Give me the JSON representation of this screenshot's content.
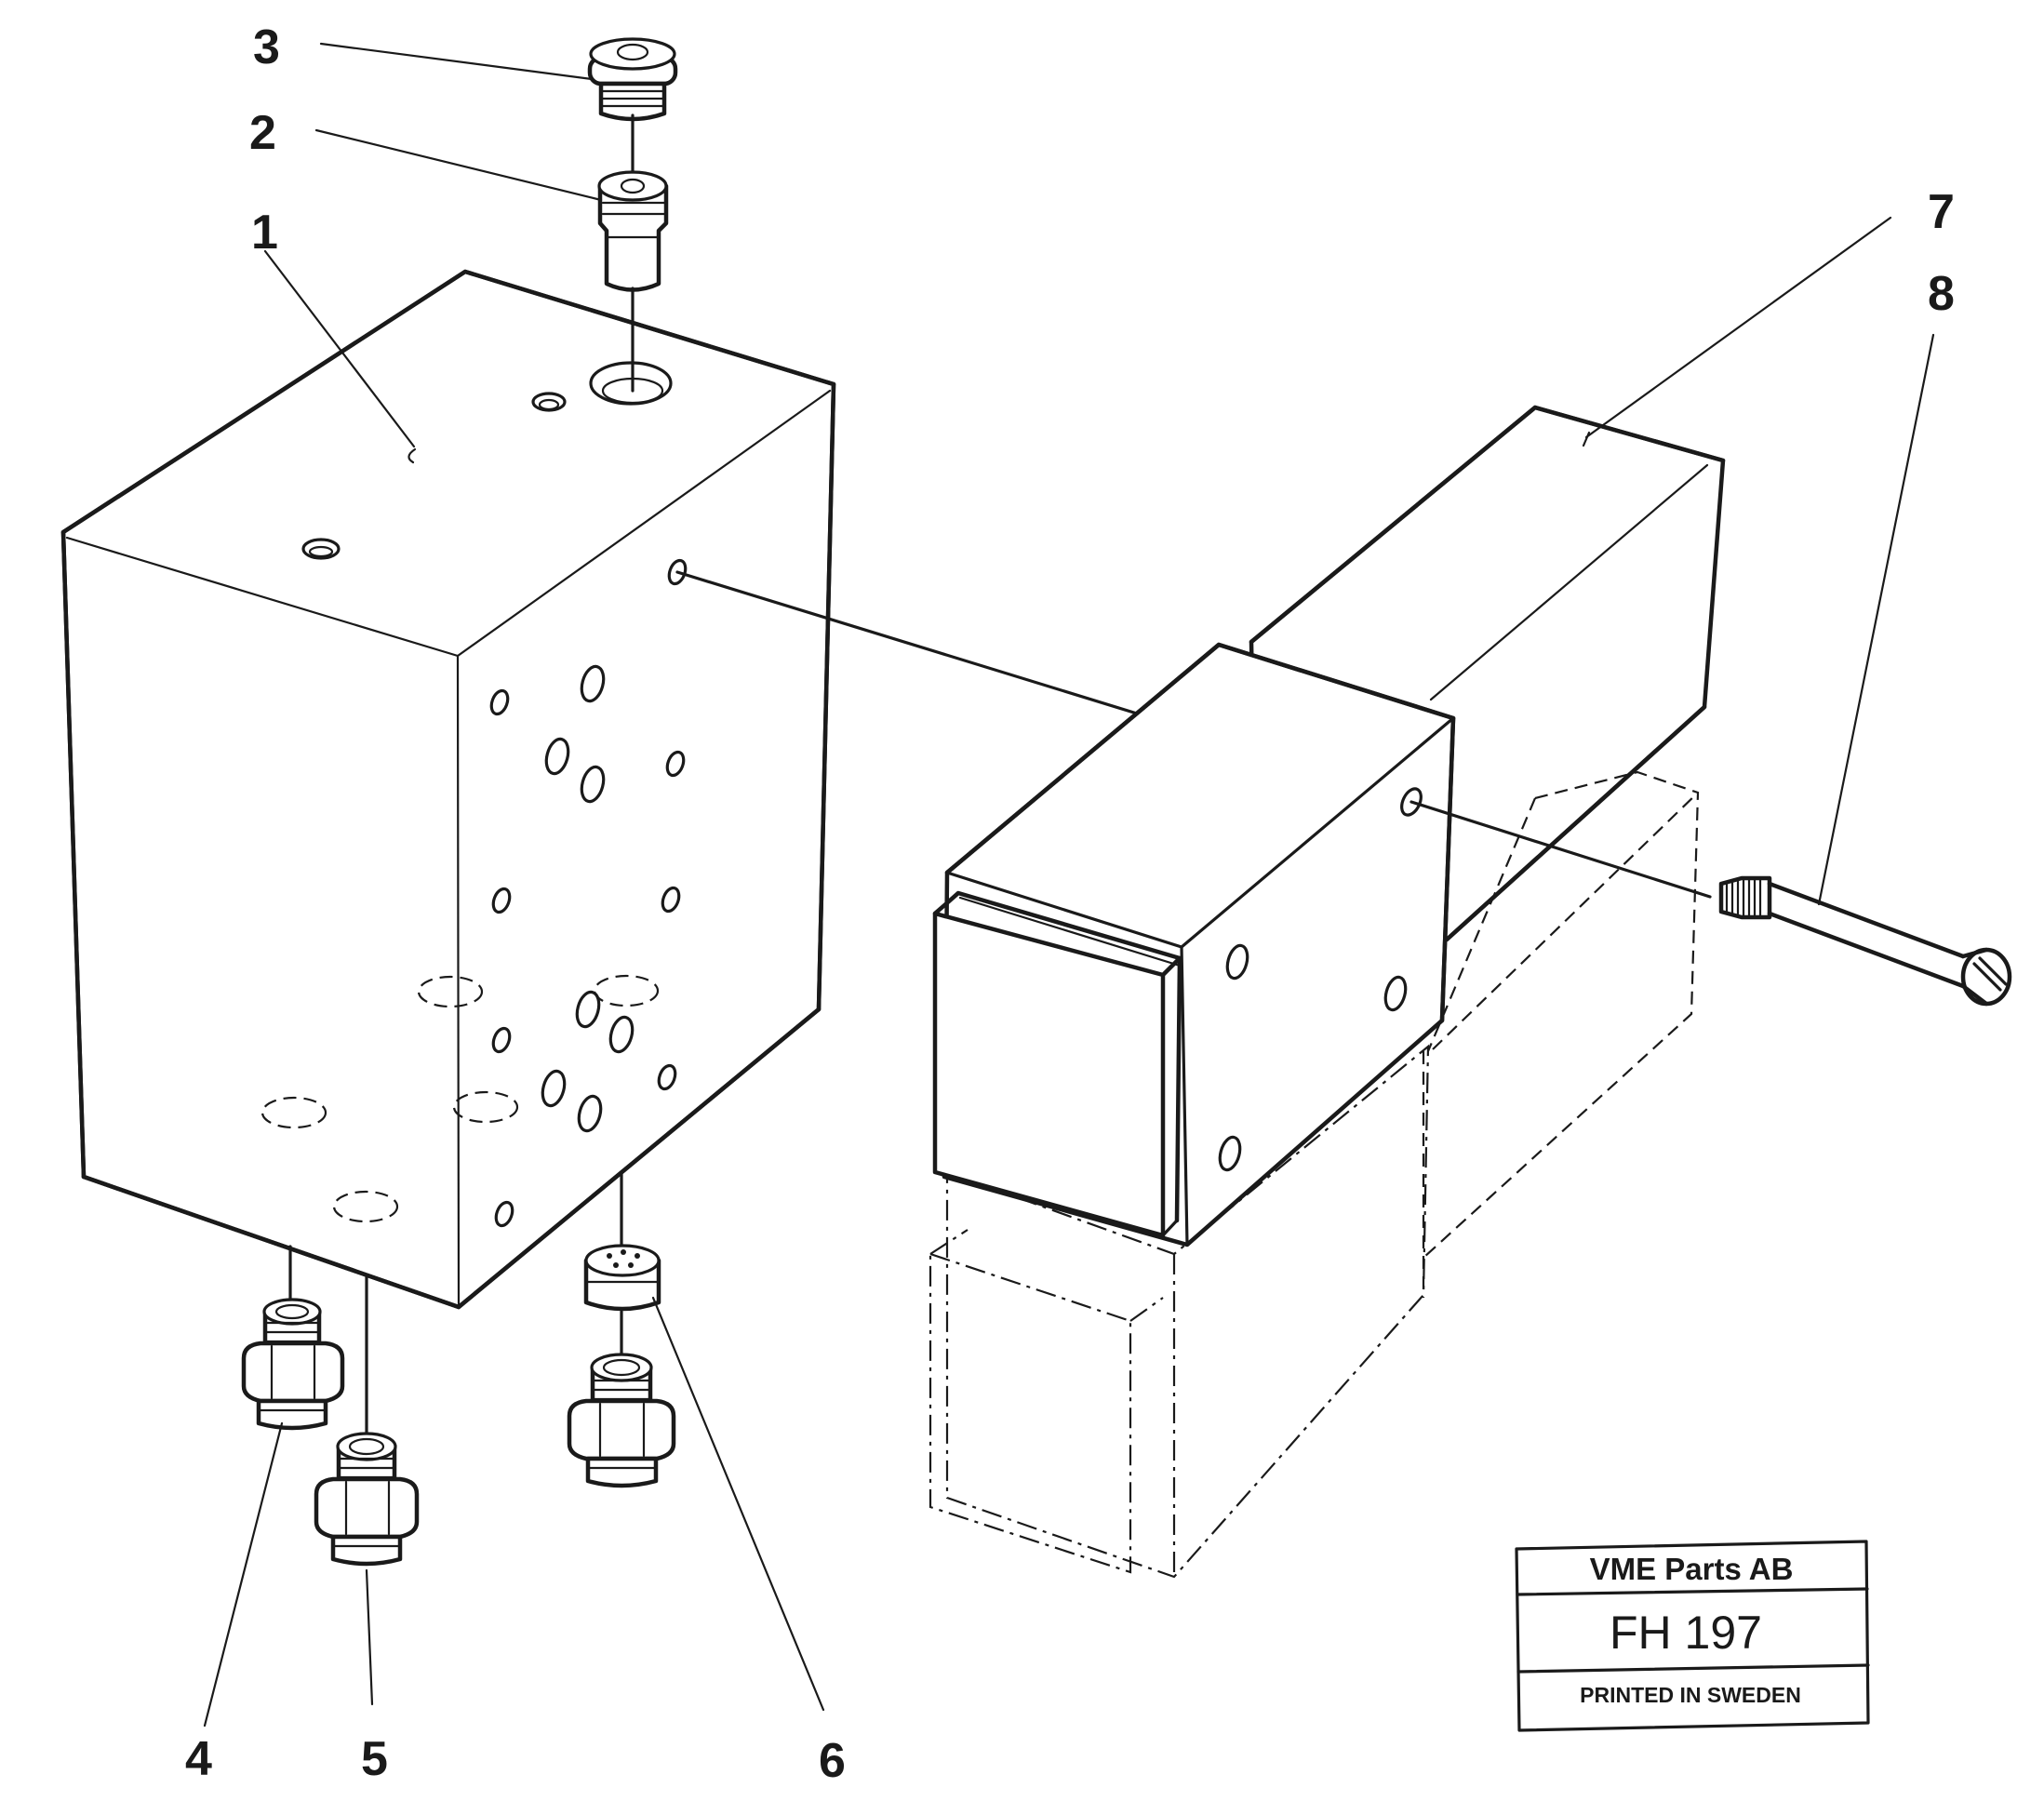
{
  "callouts": {
    "c1": "1",
    "c2": "2",
    "c3": "3",
    "c4": "4",
    "c5": "5",
    "c6": "6",
    "c7": "7",
    "c8": "8"
  },
  "title_block": {
    "company": "VME Parts AB",
    "drawing_code": "FH 197",
    "printed": "PRINTED IN SWEDEN"
  }
}
